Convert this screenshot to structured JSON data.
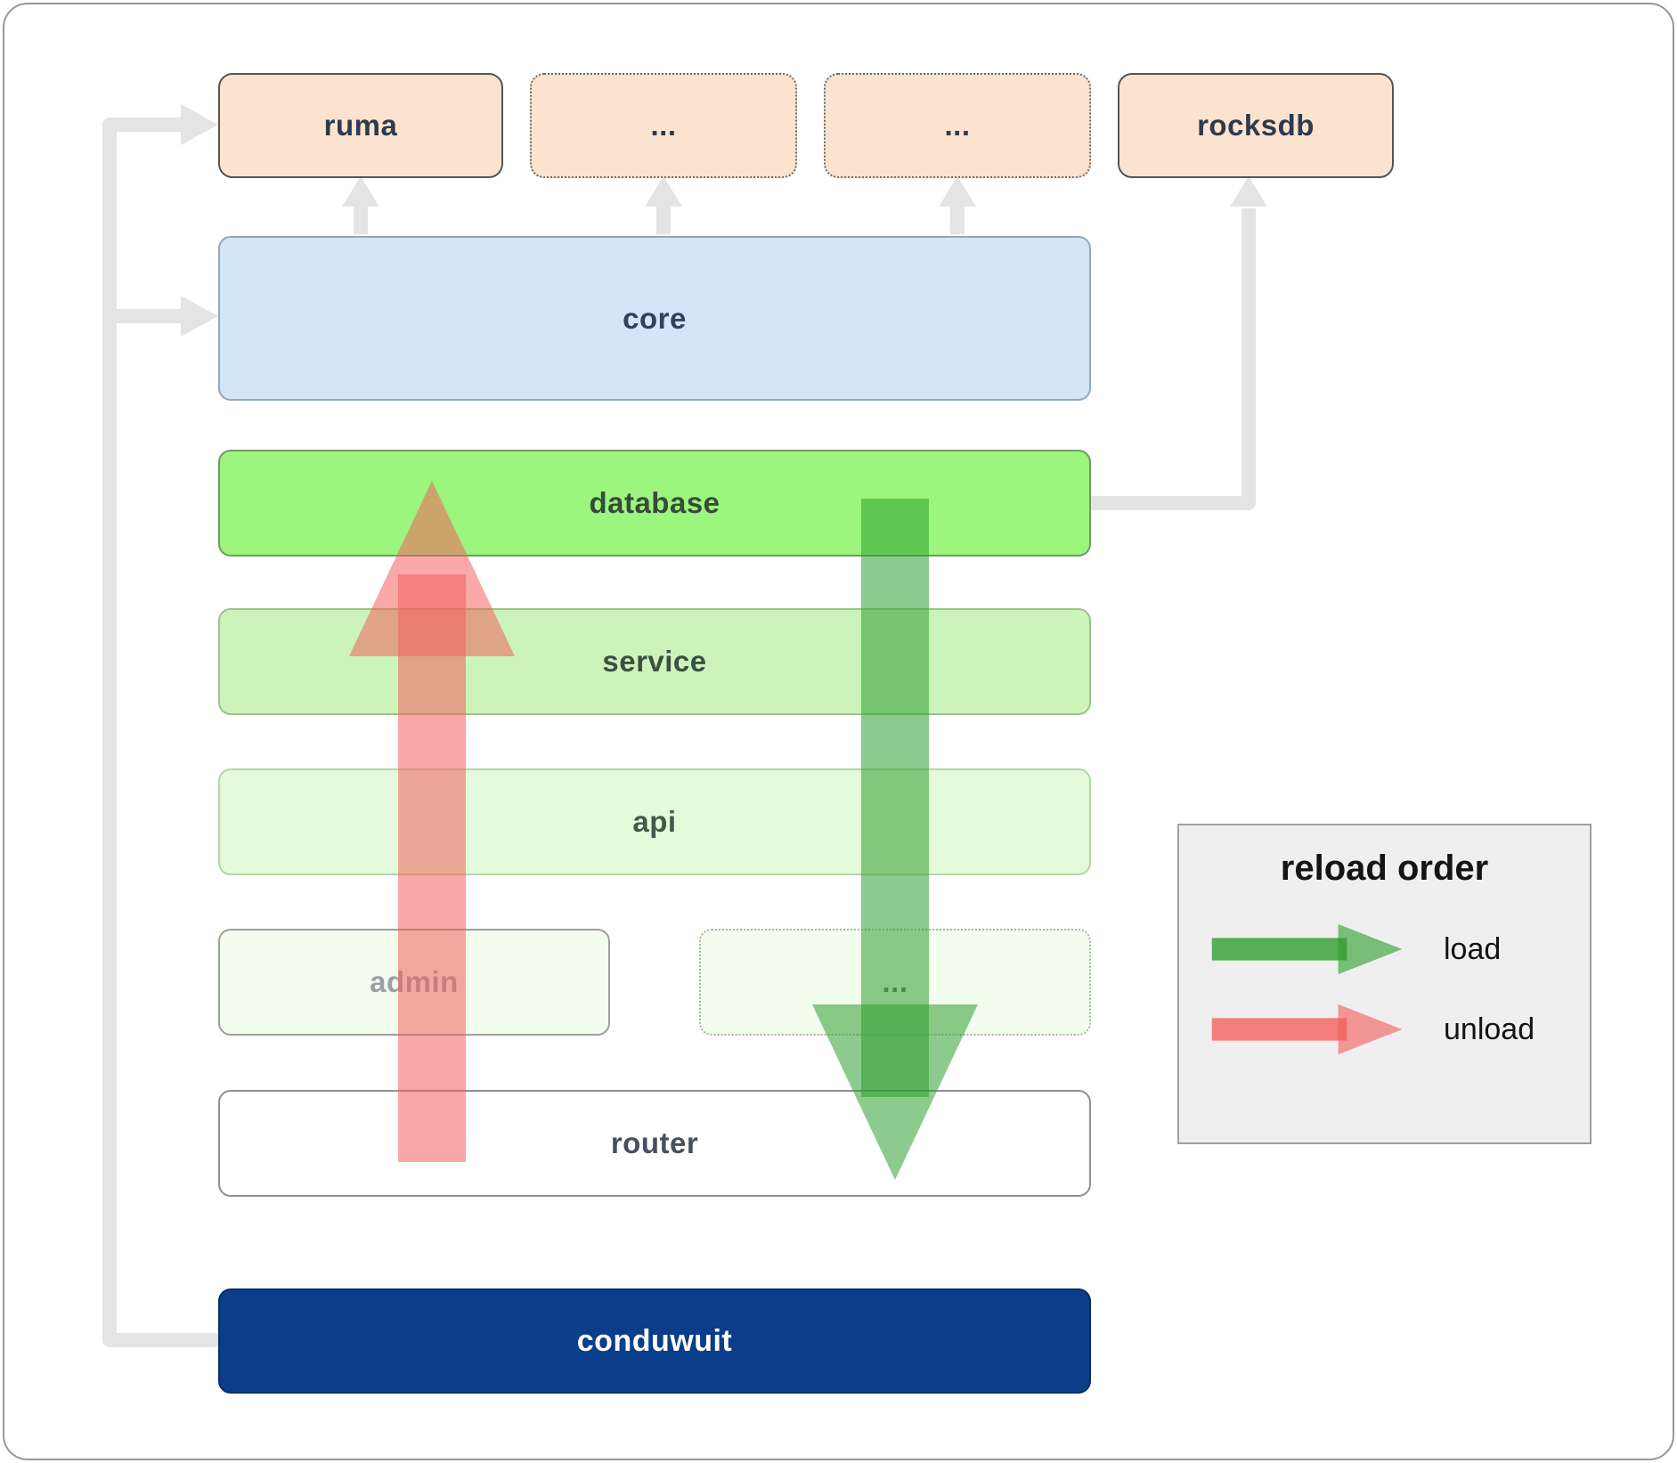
{
  "nodes": {
    "ruma": "ruma",
    "dep1": "...",
    "dep2": "...",
    "rocksdb": "rocksdb",
    "core": "core",
    "database": "database",
    "service": "service",
    "api": "api",
    "admin": "admin",
    "service_dots": "...",
    "router": "router",
    "conduwuit": "conduwuit"
  },
  "legend": {
    "title": "reload order",
    "load_label": "load",
    "unload_label": "unload"
  },
  "colors": {
    "peach": "#fce3d0",
    "core_blue": "#d3e5f8",
    "database_green": "#9cf57c",
    "service_green": "#ccf4ba",
    "api_green": "#e4fada",
    "faint_green": "#f3fdee",
    "conduwuit_navy": "#0a3d8a",
    "load_green": "#2f9e2f",
    "unload_red": "#f2605d",
    "connector_gray": "#e4e4e4",
    "legend_bg": "#efefef"
  }
}
